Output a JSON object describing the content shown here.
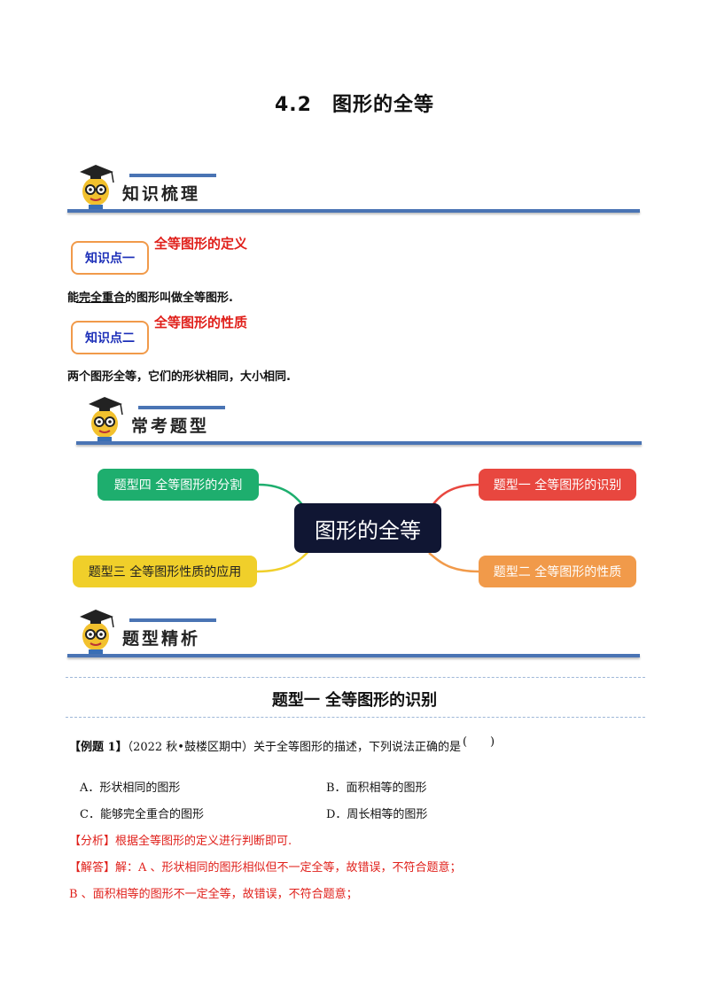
{
  "page_title": "4.2　图形的全等",
  "sections": {
    "s1": "知识梳理",
    "s2": "常考题型",
    "s3": "题型精析"
  },
  "kp1": {
    "box": "知识点一",
    "title": "全等图形的定义",
    "text": "能完全重合的图形叫做全等图形."
  },
  "kp2": {
    "box": "知识点二",
    "title": "全等图形的性质",
    "text": "两个图形全等，它们的形状相同，大小相同."
  },
  "mindmap": {
    "center": "图形的全等",
    "n1": "题型一 全等图形的识别",
    "n2": "题型二 全等图形的性质",
    "n3": "题型三 全等图形性质的应用",
    "n4": "题型四 全等图形的分割",
    "colors": {
      "n1": "#e8473f",
      "n2": "#f19a4a",
      "n3": "#f0cf2a",
      "n4": "#1eae6e"
    }
  },
  "type1": {
    "heading": "题型一  全等图形的识别",
    "example_label": "【例题 1】",
    "example_text": "（2022 秋•鼓楼区期中）关于全等图形的描述，下列说法正确的是",
    "paren": "(　　)",
    "options": {
      "A": "A．形状相同的图形",
      "B": "B．面积相等的图形",
      "C": "C．能够完全重合的图形",
      "D": "D．周长相等的图形"
    },
    "analysis": "【分析】根据全等图形的定义进行判断即可.",
    "answer_line1": "【解答】解：A 、形状相同的图形相似但不一定全等，故错误，不符合题意；",
    "answer_line2": "B 、面积相等的图形不一定全等，故错误，不符合题意；"
  }
}
